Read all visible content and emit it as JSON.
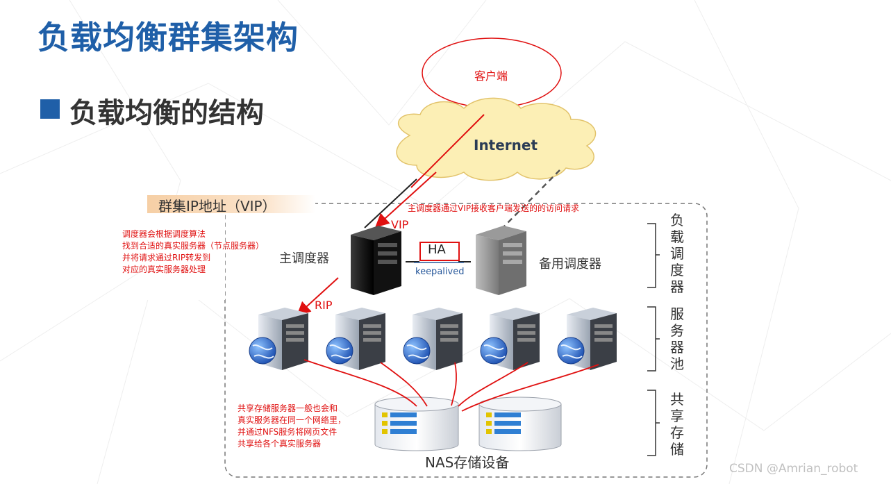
{
  "slide": {
    "title": "负载均衡群集架构",
    "subtitle": "负载均衡的结构"
  },
  "diagram": {
    "client": "客户端",
    "internet": "Internet",
    "vip_band": "群集IP地址（VIP）",
    "vip_note": "主调度器通过VIP接收客户端发送的的访问请求",
    "vip_tag": "VIP",
    "rip_tag": "RIP",
    "scheduler_note": [
      "调度器会根据调度算法",
      "找到合适的真实服务器（节点服务器）",
      "并将请求通过RIP转发到",
      "对应的真实服务器处理"
    ],
    "main_scheduler": "主调度器",
    "backup_scheduler": "备用调度器",
    "ha": "HA",
    "keepalived": "keepalived",
    "storage_note": [
      "共享存储服务器一般也会和",
      "真实服务器在同一个网络里，",
      "并通过NFS服务将网页文件",
      "共享给各个真实服务器"
    ],
    "nas": "NAS存储设备",
    "layers": [
      {
        "chars": [
          "负",
          "载",
          "调",
          "度",
          "器"
        ]
      },
      {
        "chars": [
          "服",
          "务",
          "器",
          "池"
        ]
      },
      {
        "chars": [
          "共",
          "享",
          "存",
          "储"
        ]
      }
    ],
    "server_count": 5
  },
  "watermark": "CSDN @Amrian_robot",
  "colors": {
    "title_blue": "#1f5fa8",
    "annotation_red": "#e01010",
    "cloud_fill": "#fcefb5"
  }
}
